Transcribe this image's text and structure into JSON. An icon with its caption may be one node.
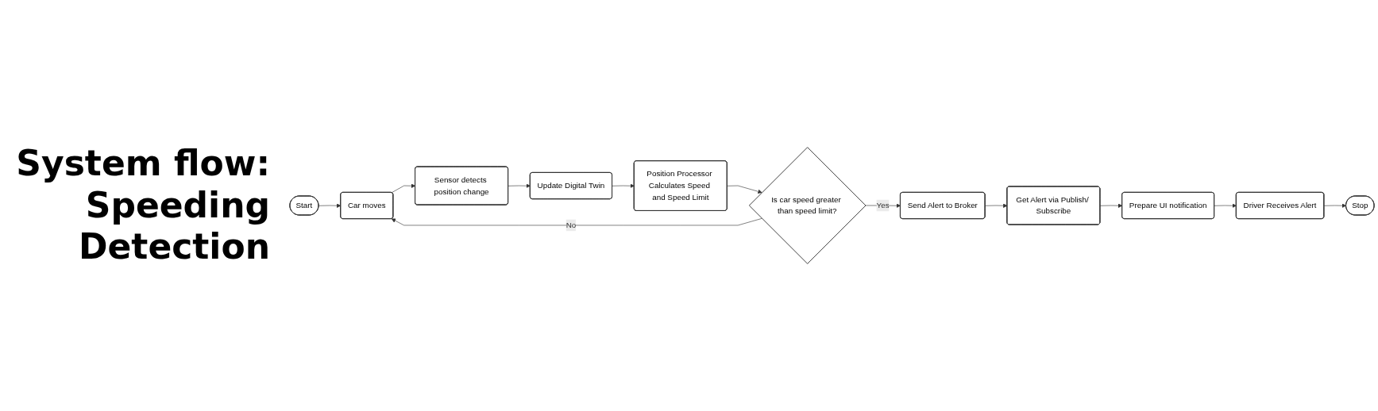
{
  "diagram": {
    "title": "System flow: Speeding Detection",
    "nodes": [
      {
        "text": [
          "Start"
        ]
      },
      {
        "text": [
          "Car moves"
        ]
      },
      {
        "text": [
          "Sensor detects position change"
        ]
      },
      {
        "text": [
          "Update Digital Twin"
        ]
      },
      {
        "text": [
          "Position Processor Calculates Speed and Speed Limit"
        ]
      },
      {
        "text": [
          "Is car speed greater than speed limit?"
        ]
      },
      {
        "text": [
          "Send Alert to Broker"
        ]
      },
      {
        "text": [
          "Get Alert via Publish/ Subscribe"
        ]
      },
      {
        "text": [
          "Prepare UI notification"
        ]
      },
      {
        "text": [
          "Driver Receives Alert"
        ]
      },
      {
        "text": [
          "Stop"
        ]
      }
    ],
    "edges": [
      {
        "from": 0,
        "to": 1,
        "arrow": "to"
      },
      {
        "from": 1,
        "to": 2,
        "arrow": "to"
      },
      {
        "from": 2,
        "to": 3,
        "arrow": "to"
      },
      {
        "from": 3,
        "to": 4,
        "arrow": "to"
      },
      {
        "from": 4,
        "to": 5,
        "arrow": "to"
      },
      {
        "from": 5,
        "to": 1,
        "label": "No",
        "arrow": "to"
      },
      {
        "from": 5,
        "to": 6,
        "label": "Yes",
        "arrow": "to"
      },
      {
        "from": 6,
        "to": 7,
        "arrow": "to"
      },
      {
        "from": 7,
        "to": 8,
        "arrow": "to"
      },
      {
        "from": 8,
        "to": 9,
        "arrow": "to"
      },
      {
        "from": 9,
        "to": 10,
        "arrow": "to"
      }
    ]
  }
}
